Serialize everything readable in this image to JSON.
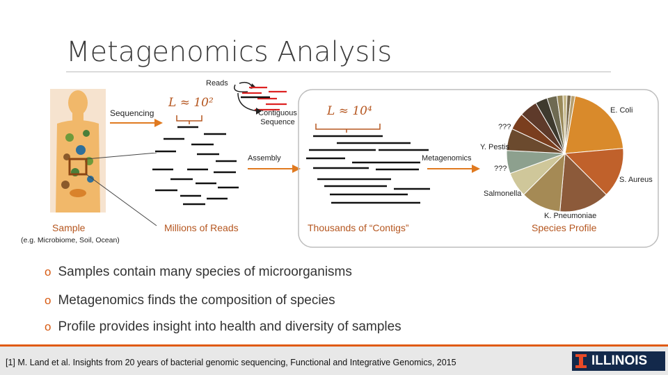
{
  "title": "Metagenomics Analysis",
  "diagram": {
    "reads_label": "Reads",
    "sequencing_label": "Sequencing",
    "read_length_label": "L ≈ 10²",
    "contig_length_label": "L ≈ 10⁴",
    "contiguous_sequence_label": "Contiguous Sequence",
    "assembly_label": "Assembly",
    "metagenomics_label": "Metagenomics",
    "sample_caption": "Sample",
    "sample_subcaption": "(e.g. Microbiome, Soil, Ocean)",
    "reads_caption": "Millions of Reads",
    "contigs_caption": "Thousands of “Contigs”",
    "profile_caption": "Species Profile"
  },
  "species_profile": {
    "labels": [
      "E. Coli",
      "???",
      "Y. Pestis",
      "???",
      "S. Aureus",
      "Salmonella",
      "K. Pneumoniae"
    ]
  },
  "bullets": [
    "Samples contain many species of microorganisms",
    "Metagenomics finds the composition of species",
    "Profile provides insight into health and diversity of samples"
  ],
  "footer": {
    "citation": "[1] M. Land et al. Insights from 20 years of bacterial  genomic sequencing, Functional and Integrative Genomics, 2015",
    "logo_text": "ILLINOIS"
  },
  "colors": {
    "accent_orange": "#d75a12",
    "caption_orange": "#b5561f",
    "illinois_navy": "#13294b",
    "illinois_orange": "#e84a27"
  }
}
